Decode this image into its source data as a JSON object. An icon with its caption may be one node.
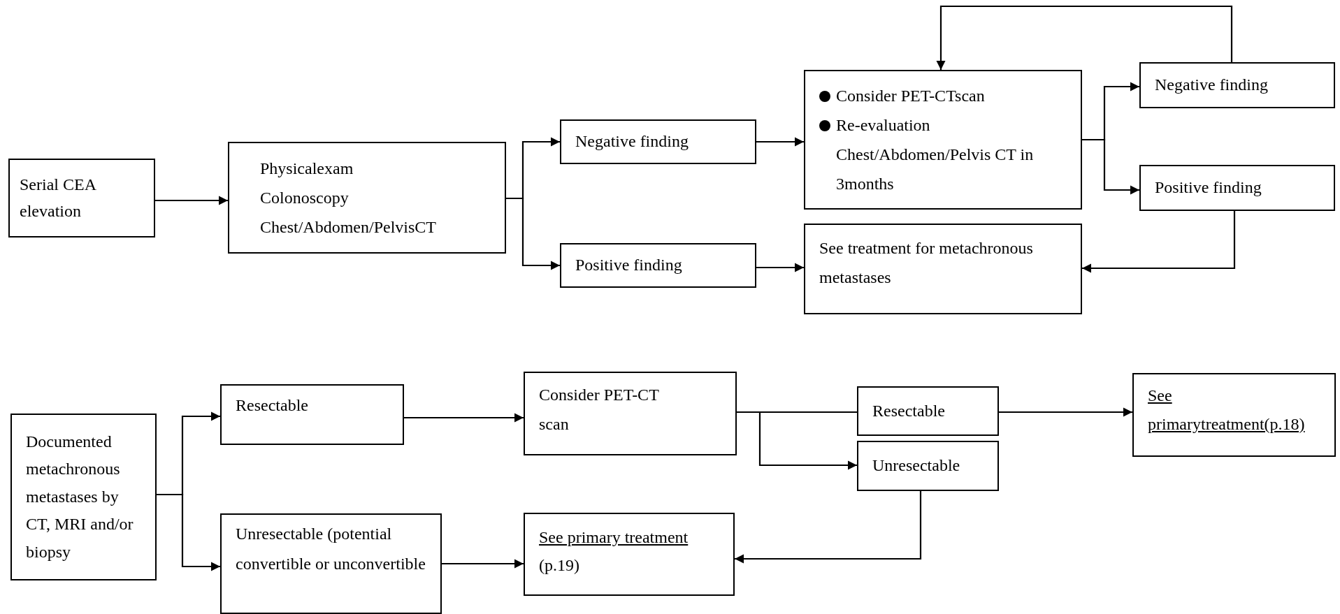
{
  "diagram": {
    "nodes": [
      {
        "text": [
          "Serial CEA elevation"
        ]
      },
      {
        "text": [
          "Physicalexam",
          "Colonoscopy",
          "Chest/Abdomen/PelvisCT"
        ]
      },
      {
        "text": [
          "Negative finding"
        ]
      },
      {
        "text": [
          "Positive finding"
        ]
      },
      {
        "text": [
          "Consider PET-CTscan",
          "Re-evaluation Chest/Abdomen/Pelvis CT in 3months"
        ]
      },
      {
        "text": [
          "Negative finding"
        ]
      },
      {
        "text": [
          "Positive finding"
        ]
      },
      {
        "text": [
          "See treatment for metachronous metastases"
        ]
      },
      {
        "text": [
          "Documented metachronous metastases by CT, MRI and/or biopsy"
        ]
      },
      {
        "text": [
          "Resectable"
        ]
      },
      {
        "text": [
          "Unresectable (potential convertible or unconvertible"
        ]
      },
      {
        "text": [
          "Consider PET-CT scan"
        ]
      },
      {
        "text": [
          "Resectable"
        ]
      },
      {
        "text": [
          "Unresectable"
        ]
      },
      {
        "text": [
          "See primarytreatment(p.18)"
        ]
      },
      {
        "text": [
          "See primary treatment",
          "(p.19)"
        ]
      }
    ],
    "edges": [
      {
        "from": 0,
        "to": 1,
        "arrow": "to"
      },
      {
        "from": 1,
        "to": 2,
        "arrow": "to"
      },
      {
        "from": 1,
        "to": 3,
        "arrow": "to"
      },
      {
        "from": 2,
        "to": 4,
        "arrow": "to"
      },
      {
        "from": 3,
        "to": 7,
        "arrow": "to"
      },
      {
        "from": 4,
        "to": 5,
        "arrow": "to"
      },
      {
        "from": 4,
        "to": 6,
        "arrow": "to"
      },
      {
        "from": 5,
        "to": 4,
        "arrow": "to"
      },
      {
        "from": 6,
        "to": 7,
        "arrow": "to"
      },
      {
        "from": 8,
        "to": 9,
        "arrow": "to"
      },
      {
        "from": 8,
        "to": 10,
        "arrow": "to"
      },
      {
        "from": 9,
        "to": 11,
        "arrow": "to"
      },
      {
        "from": 10,
        "to": 15,
        "arrow": "to"
      },
      {
        "from": 11,
        "to": 12,
        "arrow": "none"
      },
      {
        "from": 11,
        "to": 13,
        "arrow": "to"
      },
      {
        "from": 12,
        "to": 14,
        "arrow": "to"
      },
      {
        "from": 13,
        "to": 15,
        "arrow": "to"
      }
    ]
  }
}
